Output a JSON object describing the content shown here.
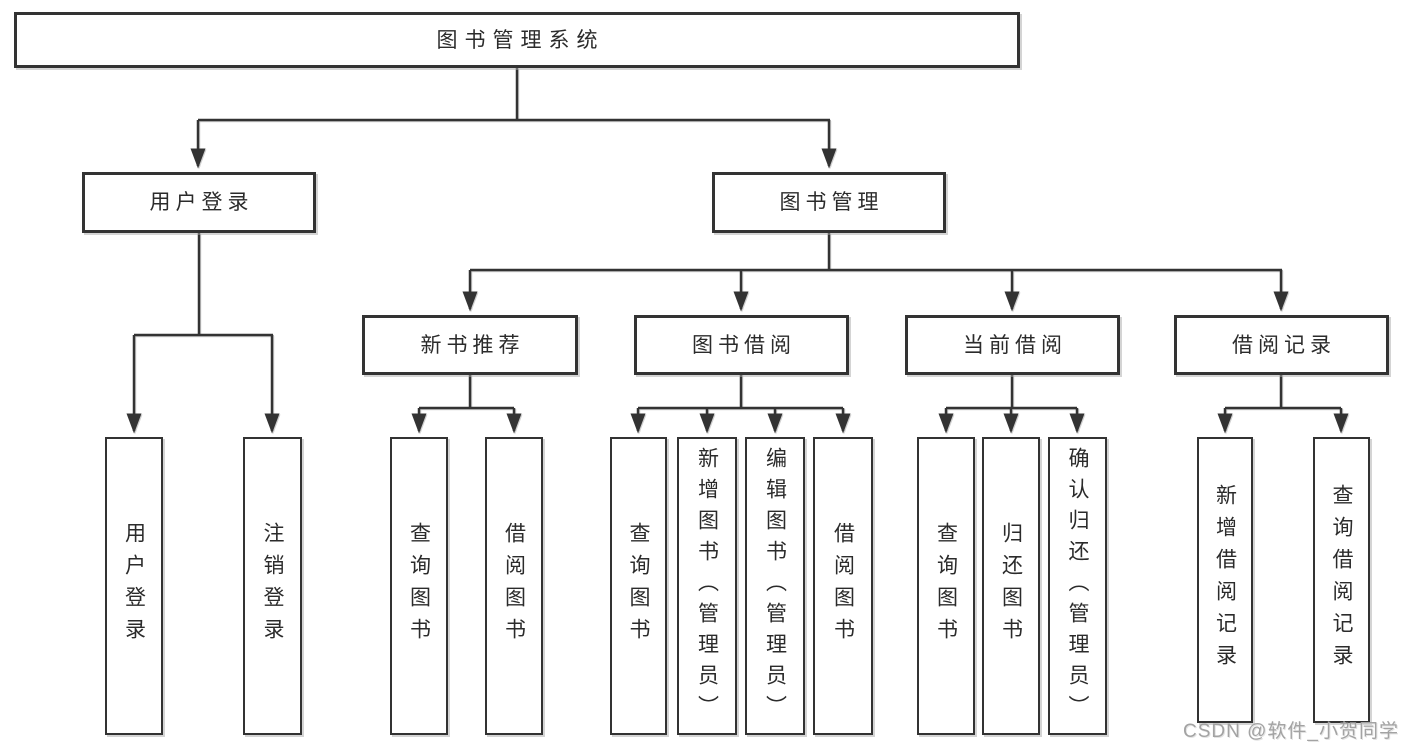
{
  "watermark": "CSDN @软件_小贺同学",
  "colors": {
    "line": "#333333",
    "box_border": "#333333",
    "box_fill": "#ffffff",
    "text": "#2b2b2b",
    "watermark": "#a3a3a3"
  },
  "tree": {
    "root": {
      "label": "图书管理系统"
    },
    "children": [
      {
        "label": "用户登录",
        "children": [
          {
            "label": "用户登录"
          },
          {
            "label": "注销登录"
          }
        ]
      },
      {
        "label": "图书管理",
        "children": [
          {
            "label": "新书推荐",
            "children": [
              {
                "label": "查询图书"
              },
              {
                "label": "借阅图书"
              }
            ]
          },
          {
            "label": "图书借阅",
            "children": [
              {
                "label": "查询图书"
              },
              {
                "label": "新增图书（管理员）"
              },
              {
                "label": "编辑图书（管理员）"
              },
              {
                "label": "借阅图书"
              }
            ]
          },
          {
            "label": "当前借阅",
            "children": [
              {
                "label": "查询图书"
              },
              {
                "label": "归还图书"
              },
              {
                "label": "确认归还（管理员）"
              }
            ]
          },
          {
            "label": "借阅记录",
            "children": [
              {
                "label": "新增借阅记录"
              },
              {
                "label": "查询借阅记录"
              }
            ]
          }
        ]
      }
    ]
  }
}
